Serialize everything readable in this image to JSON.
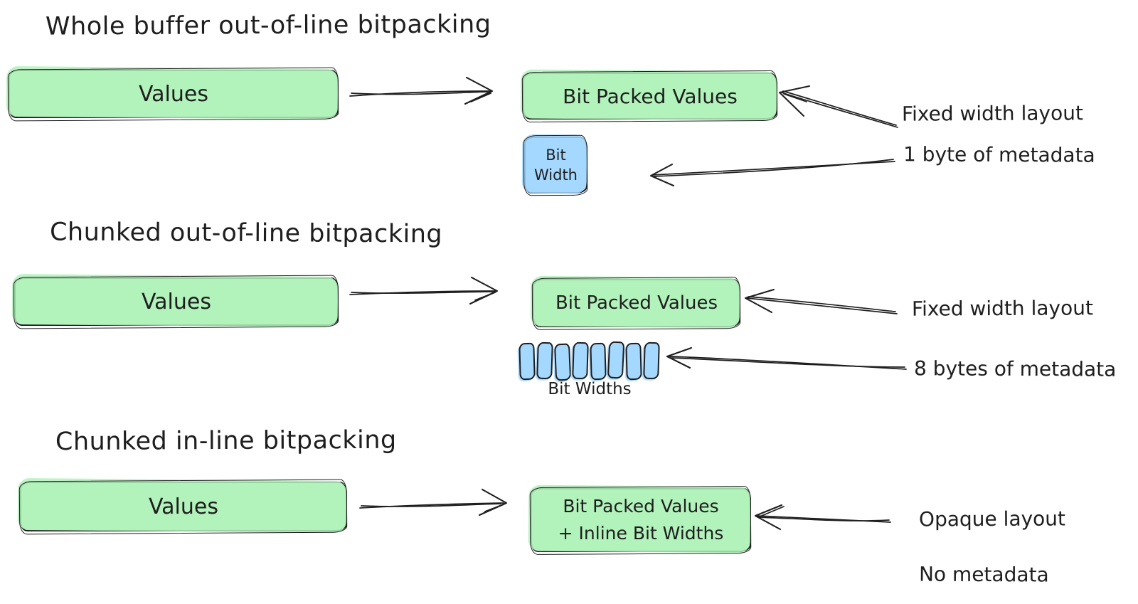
{
  "diagram": {
    "background_color": "#ffffff",
    "ink_color": "#1e1e1e",
    "green_fill": "#b2f2bb",
    "blue_fill": "#a5d8ff",
    "sections": [
      {
        "title": "Whole buffer out-of-line bitpacking",
        "source_box": "Values",
        "target_box": "Bit Packed Values",
        "metadata_box": "Bit Width",
        "annotations": [
          "Fixed width layout",
          "1 byte of metadata"
        ]
      },
      {
        "title": "Chunked out-of-line bitpacking",
        "source_box": "Values",
        "target_box": "Bit Packed Values",
        "bit_width_cells": 8,
        "cells_label": "Bit Widths",
        "annotations": [
          "Fixed width layout",
          "8 bytes of metadata"
        ]
      },
      {
        "title": "Chunked in-line bitpacking",
        "source_box": "Values",
        "target_box_lines": [
          "Bit Packed Values",
          "+ Inline Bit Widths"
        ],
        "annotations": [
          "Opaque layout",
          "No metadata"
        ]
      }
    ]
  }
}
